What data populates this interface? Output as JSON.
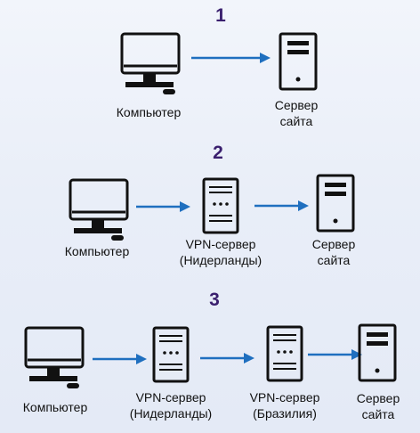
{
  "scenarios": [
    {
      "number": "1",
      "nodes": [
        {
          "type": "computer",
          "label": "Компьютер"
        },
        {
          "type": "site-server",
          "label_line1": "Сервер",
          "label_line2": "сайта"
        }
      ]
    },
    {
      "number": "2",
      "nodes": [
        {
          "type": "computer",
          "label": "Компьютер"
        },
        {
          "type": "vpn-server",
          "label_line1": "VPN-сервер",
          "label_line2": "(Нидерланды)"
        },
        {
          "type": "site-server",
          "label_line1": "Сервер",
          "label_line2": "сайта"
        }
      ]
    },
    {
      "number": "3",
      "nodes": [
        {
          "type": "computer",
          "label": "Компьютер"
        },
        {
          "type": "vpn-server",
          "label_line1": "VPN-сервер",
          "label_line2": "(Нидерланды)"
        },
        {
          "type": "vpn-server",
          "label_line1": "VPN-сервер",
          "label_line2": "(Бразилия)"
        },
        {
          "type": "site-server",
          "label_line1": "Сервер",
          "label_line2": "сайта"
        }
      ]
    }
  ],
  "colors": {
    "arrow": "#1f6fbf",
    "number": "#3a1f6e",
    "icon": "#111111"
  },
  "icons": {
    "computer": "desktop-computer-icon",
    "vpn-server": "vpn-server-icon",
    "site-server": "web-server-icon"
  }
}
